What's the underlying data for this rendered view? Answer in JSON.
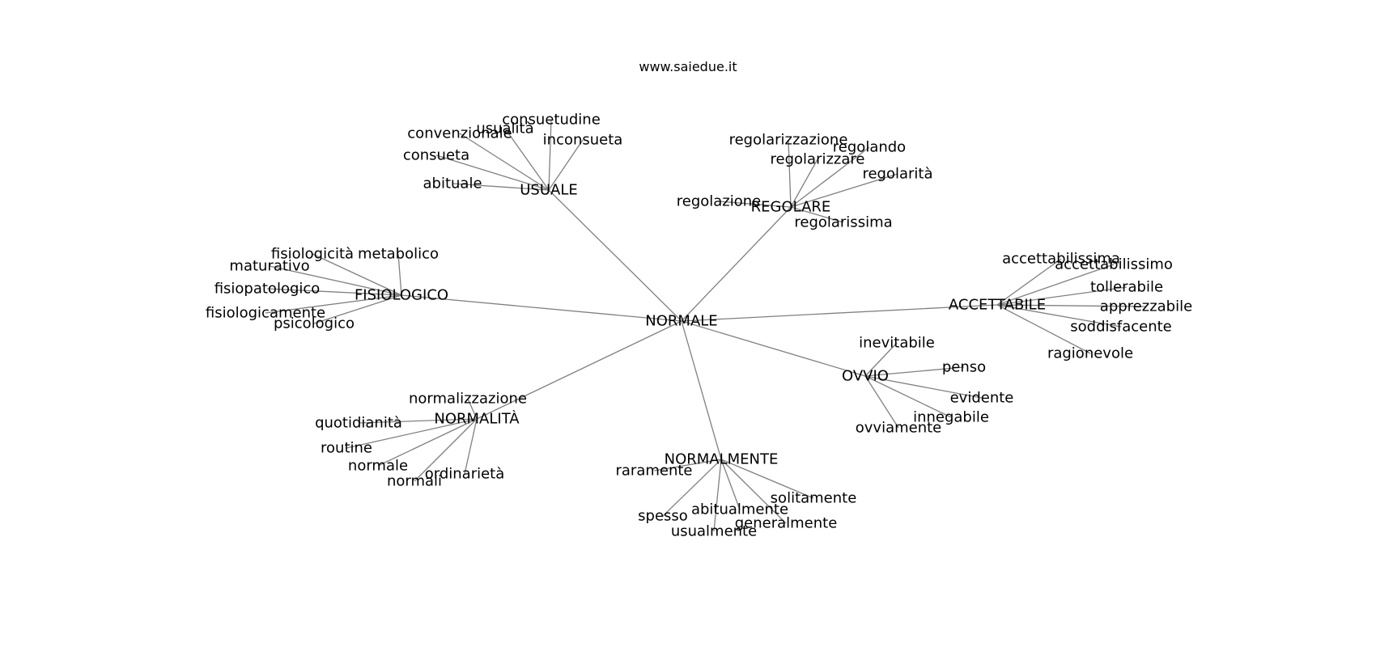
{
  "watermark": "www.saiedue.it",
  "colors": {
    "edge": "#808080",
    "text": "#000000",
    "background": "#ffffff"
  },
  "graph": {
    "root": {
      "id": "NORMALE",
      "label": "NORMALE"
    },
    "groups": [
      {
        "id": "USUALE",
        "label": "USUALE",
        "leaves": [
          "consuetudine",
          "usualità",
          "convenzionale",
          "inconsueta",
          "consueta",
          "abituale"
        ]
      },
      {
        "id": "REGOLARE",
        "label": "REGOLARE",
        "leaves": [
          "regolarizzazione",
          "regolando",
          "regolarizzare",
          "regolarità",
          "regolazione",
          "regolarissima"
        ]
      },
      {
        "id": "FISIOLOGICO",
        "label": "FISIOLOGICO",
        "leaves": [
          "fisiologicità",
          "metabolico",
          "maturativo",
          "fisiopatologico",
          "fisiologicamente",
          "psicologico"
        ]
      },
      {
        "id": "ACCETTABILE",
        "label": "ACCETTABILE",
        "leaves": [
          "accettabilissima",
          "accettabilissimo",
          "tollerabile",
          "apprezzabile",
          "soddisfacente",
          "ragionevole"
        ]
      },
      {
        "id": "OVVIO",
        "label": "OVVIO",
        "leaves": [
          "inevitabile",
          "penso",
          "evidente",
          "innegabile",
          "ovviamente"
        ]
      },
      {
        "id": "NORMALITA",
        "label": "NORMALITÀ",
        "leaves": [
          "normalizzazione",
          "quotidianità",
          "routine",
          "normale",
          "normali",
          "ordinarietà"
        ]
      },
      {
        "id": "NORMALMENTE",
        "label": "NORMALMENTE",
        "leaves": [
          "raramente",
          "solitamente",
          "abitualmente",
          "spesso",
          "generalmente",
          "usualmente"
        ]
      }
    ]
  }
}
